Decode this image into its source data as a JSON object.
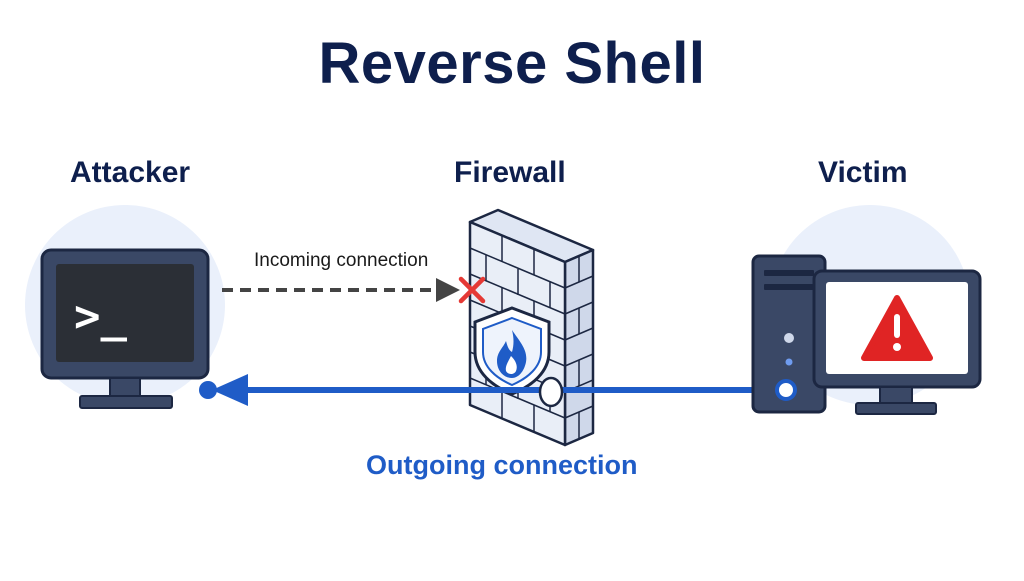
{
  "title": "Reverse Shell",
  "nodes": {
    "attacker": {
      "label": "Attacker",
      "prompt": ">_"
    },
    "firewall": {
      "label": "Firewall"
    },
    "victim": {
      "label": "Victim"
    }
  },
  "connections": {
    "incoming": {
      "label": "Incoming connection",
      "status": "blocked"
    },
    "outgoing": {
      "label": "Outgoing connection",
      "status": "allowed"
    }
  },
  "colors": {
    "title": "#0e1f4d",
    "outline": "#1c2742",
    "device_body": "#3a4866",
    "halo": "#eaf0fb",
    "screen_dark": "#2b2f36",
    "outgoing": "#1f5cc7",
    "incoming": "#444444",
    "block": "#e53935",
    "warning": "#e02424",
    "wall": "#e9eef7"
  },
  "icons": {
    "attacker": "terminal-monitor-icon",
    "firewall": "brick-wall-icon",
    "shield": "shield-flame-icon",
    "blocked": "x-mark-icon",
    "victim": "desktop-computer-icon",
    "warning": "warning-triangle-icon"
  }
}
